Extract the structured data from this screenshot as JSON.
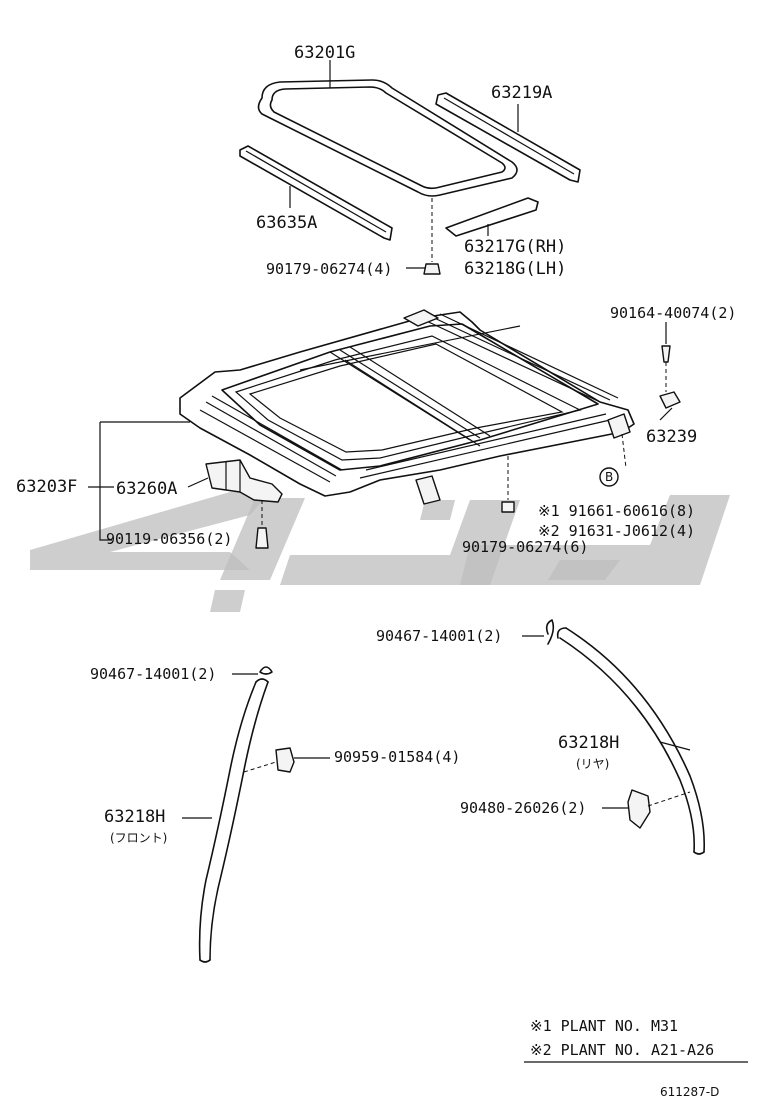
{
  "callouts": {
    "c1": "63201G",
    "c2": "63219A",
    "c3": "63635A",
    "c4": "63217G(RH)",
    "c5": "63218G(LH)",
    "c6": "90179-06274(4)",
    "c7": "90164-40074(2)",
    "c8": "63239",
    "c9": "63203F",
    "c10": "63260A",
    "c11": "※1 91661-60616(8)",
    "c12": "※2 91631-J0612(4)",
    "c13": "90119-06356(2)",
    "c14": "90179-06274(6)",
    "c15": "90467-14001(2)",
    "c16": "90467-14001(2)",
    "c17": "63218H",
    "c18": "(リヤ)",
    "c19": "90959-01584(4)",
    "c20": "90480-26026(2)",
    "c21": "63218H",
    "c22": "(フロント)",
    "circle_mark": "B"
  },
  "notes": {
    "n1": "※1 PLANT  NO. M31",
    "n2": "※2 PLANT  NO. A21-A26"
  },
  "figure_code": "611287-D"
}
